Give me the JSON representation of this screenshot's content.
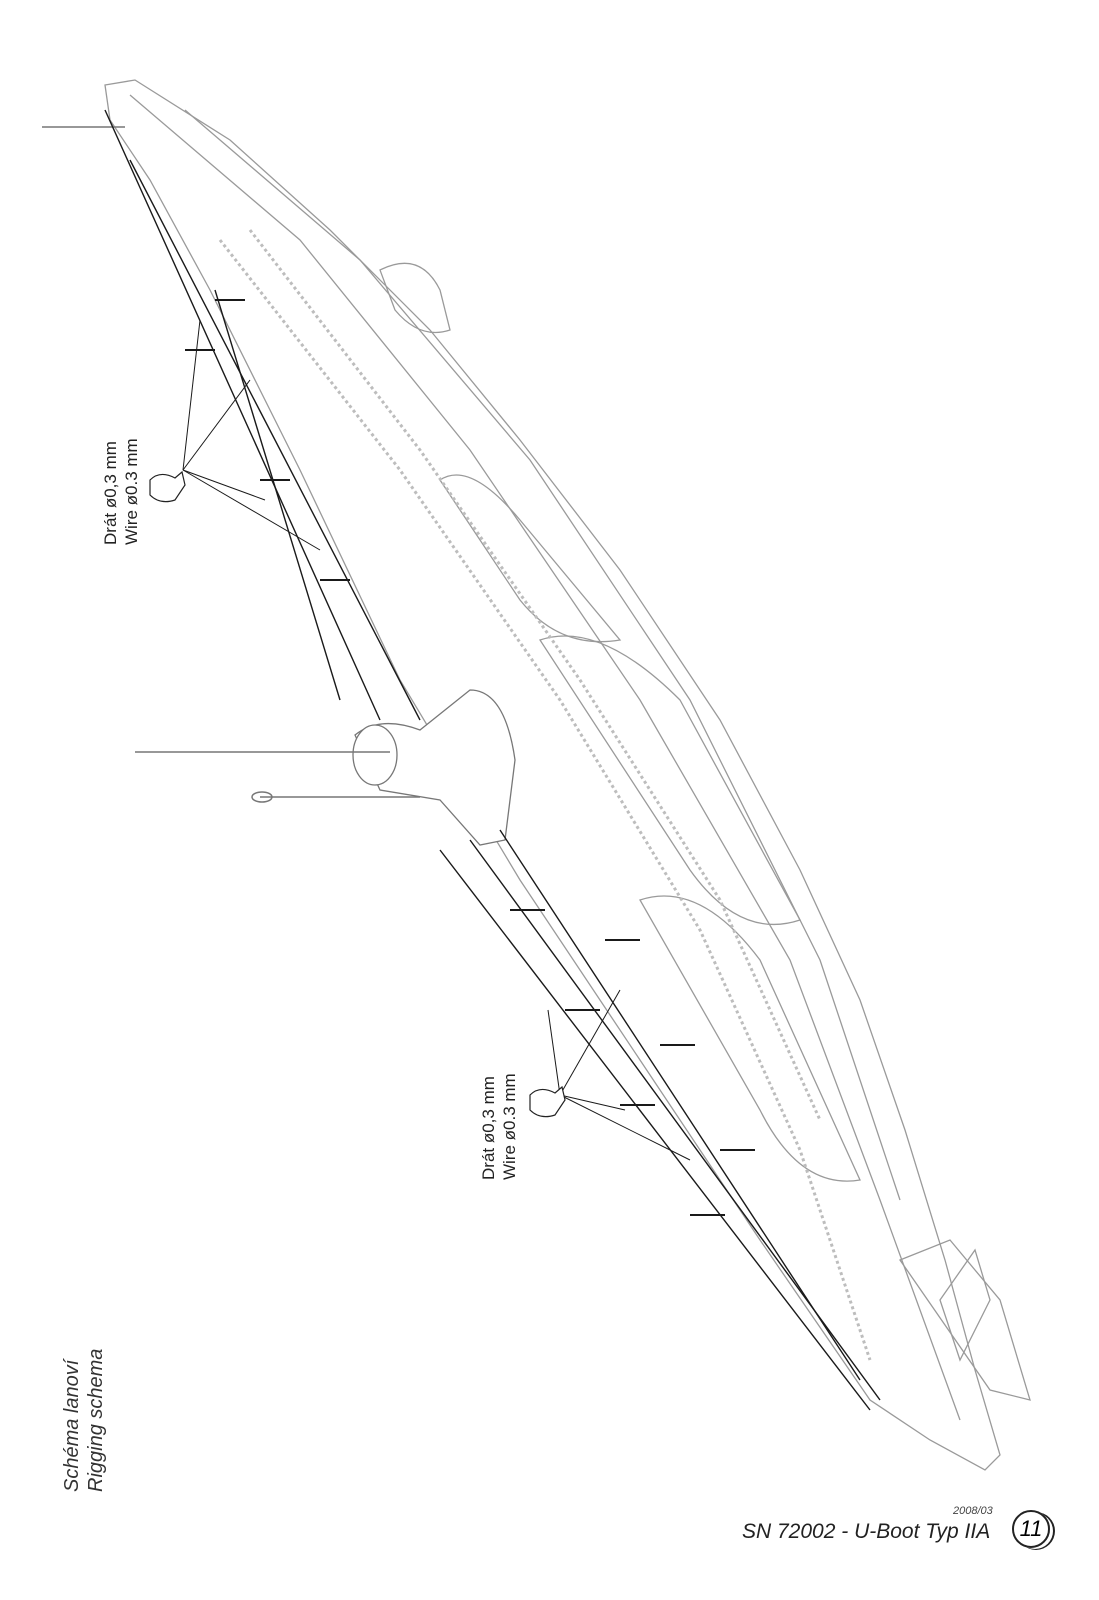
{
  "labels": {
    "wire_forward": {
      "cz": "Drát ø0,3 mm",
      "en": "Wire ø0.3 mm"
    },
    "wire_aft": {
      "cz": "Drát ø0,3 mm",
      "en": "Wire ø0.3 mm"
    }
  },
  "title": {
    "cz": "Schéma lanoví",
    "en": "Rigging schema"
  },
  "footer": {
    "date": "2008/03",
    "product": "SN 72002 - U-Boot Typ IIA",
    "page_number": "11"
  },
  "icons": [
    "hand-pointing-icon"
  ]
}
